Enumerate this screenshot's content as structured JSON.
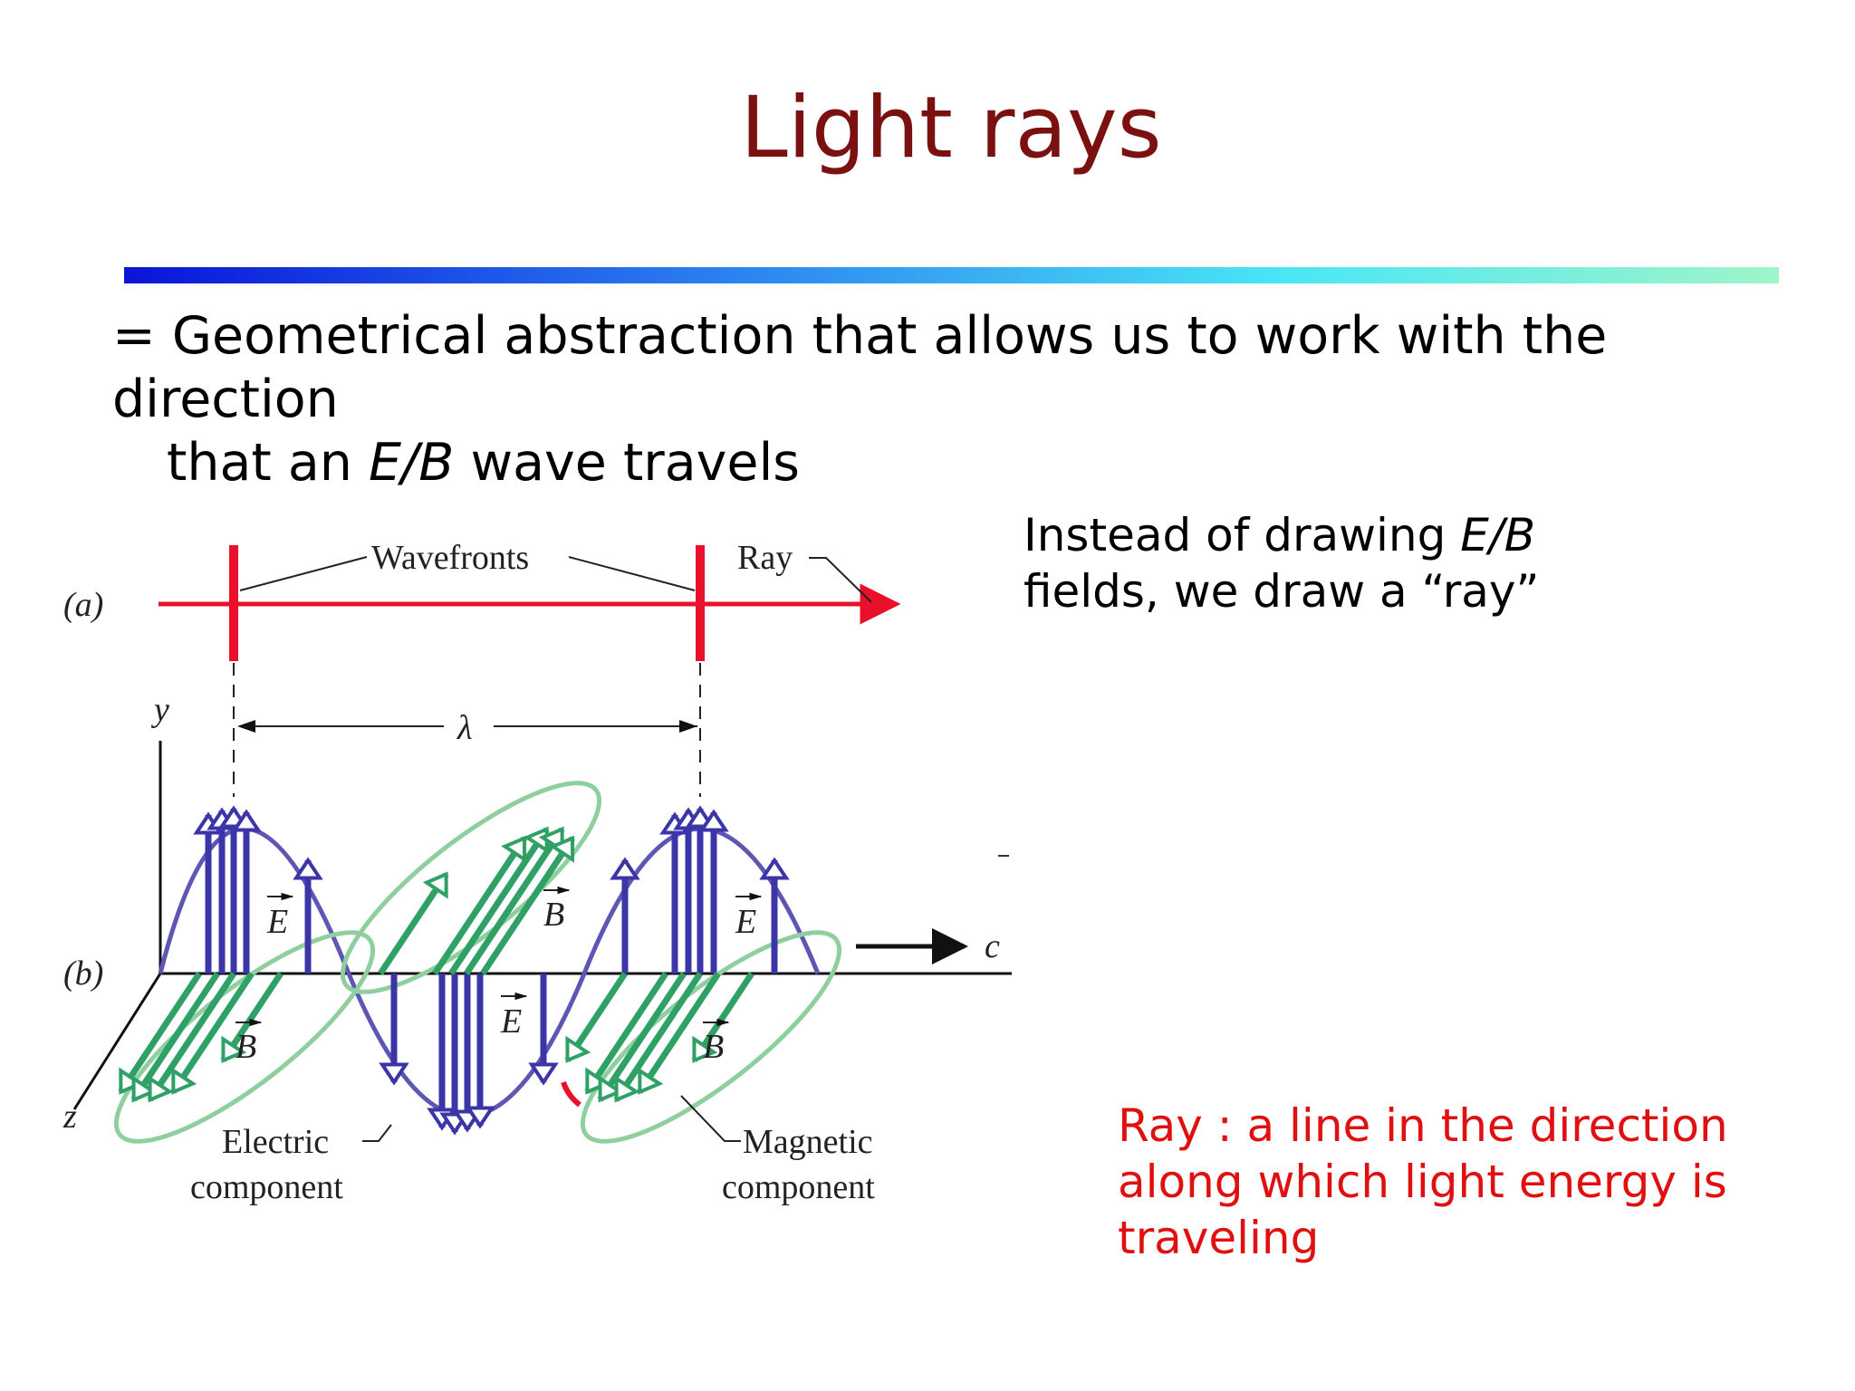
{
  "title": "Light rays",
  "bullet": {
    "prefix": "= Geometrical abstraction that allows us to work with the direction",
    "line2_start": "that an ",
    "line2_em": "E/B",
    "line2_end": " wave travels"
  },
  "note_black": {
    "part1": "Instead of drawing ",
    "em": "E/B",
    "part2": " fields, we draw a “ray”"
  },
  "note_red": "Ray : a line in the direction along which light energy is traveling",
  "diagram": {
    "label_a": "(a)",
    "label_b": "(b)",
    "wavefronts": "Wavefronts",
    "ray": "Ray",
    "lambda": "λ",
    "axis_y": "y",
    "axis_z": "z",
    "axis_c": "c",
    "vec_E": "E",
    "vec_B": "B",
    "electric_1": "Electric",
    "electric_2": "component",
    "magnetic_1": "Magnetic",
    "magnetic_2": "component",
    "colors": {
      "title": "#7a1010",
      "ray_red": "#e8102a",
      "e_field": "#3b35a8",
      "b_field": "#2fa066",
      "b_envelope": "#8fcf9f",
      "note_red": "#e01010"
    }
  }
}
